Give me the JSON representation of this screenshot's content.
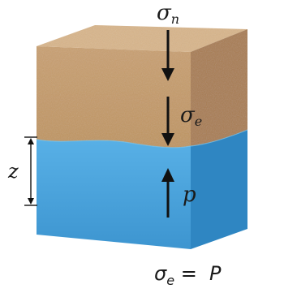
{
  "labels": {
    "sigma_n": {
      "symbol": "σ",
      "subscript": "n"
    },
    "sigma_e": {
      "symbol": "σ",
      "subscript": "e"
    },
    "p": "p",
    "z": "z"
  },
  "equation": {
    "symbol": "σ",
    "subscript": "e",
    "rest": " =  P"
  },
  "colors": {
    "sand_front": "#c49a6c",
    "sand_top": "#d9b88f",
    "sand_side": "#a87d52",
    "water_front": "#4aa3dc",
    "water_side": "#2f86c2",
    "arrow": "#111111"
  }
}
